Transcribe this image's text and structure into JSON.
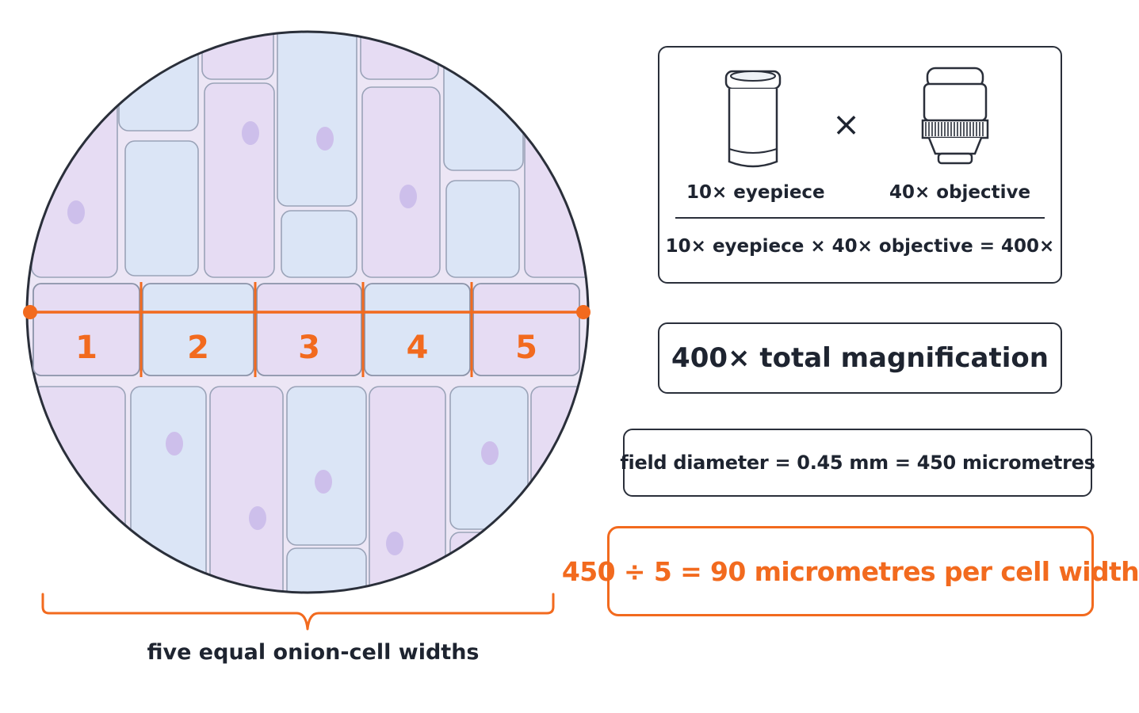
{
  "microscope_view": {
    "cell_numbers": [
      "1",
      "2",
      "3",
      "4",
      "5"
    ],
    "caption": "five equal onion-cell widths",
    "colors": {
      "measure": "#f26a1e",
      "cell_purple": "#e6dcf3",
      "cell_blue": "#dbe5f6",
      "nucleus": "#cdbfeb"
    }
  },
  "magnification_panel": {
    "eyepiece_label": "10× eyepiece",
    "objective_label": "40× objective",
    "times_symbol": "×",
    "equation": "10× eyepiece × 40× objective = 400×",
    "icons": [
      "eyepiece-icon",
      "objective-icon"
    ]
  },
  "total_magnification": "400× total magnification",
  "field_diameter": "field diameter = 0.45 mm = 450 micrometres",
  "result": "450 ÷ 5 = 90 micrometres per cell width"
}
